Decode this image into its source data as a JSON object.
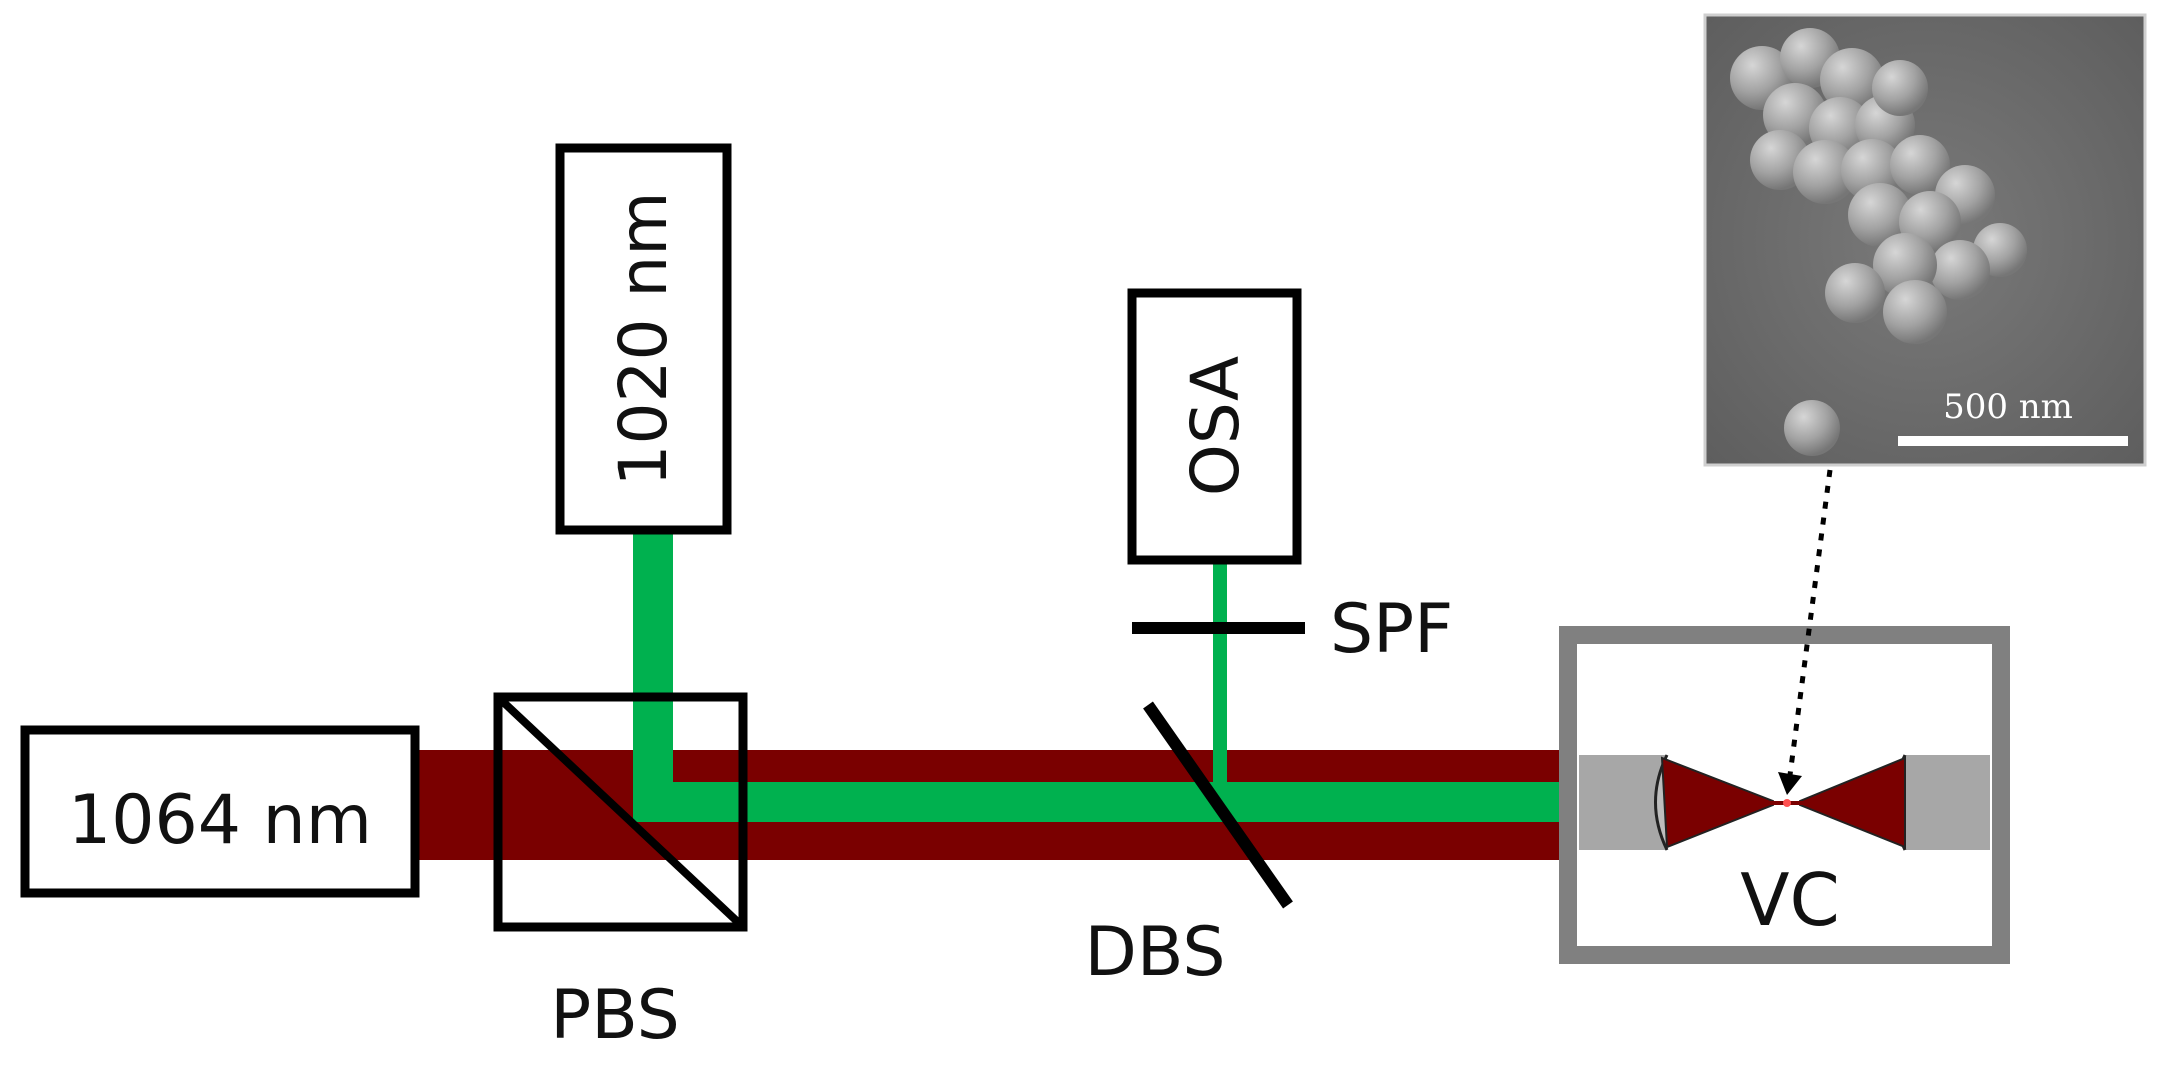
{
  "labels": {
    "laser_1064": "1064 nm",
    "laser_1020": "1020 nm",
    "osa": "OSA",
    "spf": "SPF",
    "pbs": "PBS",
    "dbs": "DBS",
    "vc": "VC"
  },
  "inset": {
    "scale_bar_label": "500 nm"
  },
  "colors": {
    "trap_beam": "#7a0000",
    "probe_beam": "#00b14f",
    "chamber_frame": "#808080",
    "lens_body": "#a7a7a7",
    "inset_background": "#6f6f6f"
  }
}
